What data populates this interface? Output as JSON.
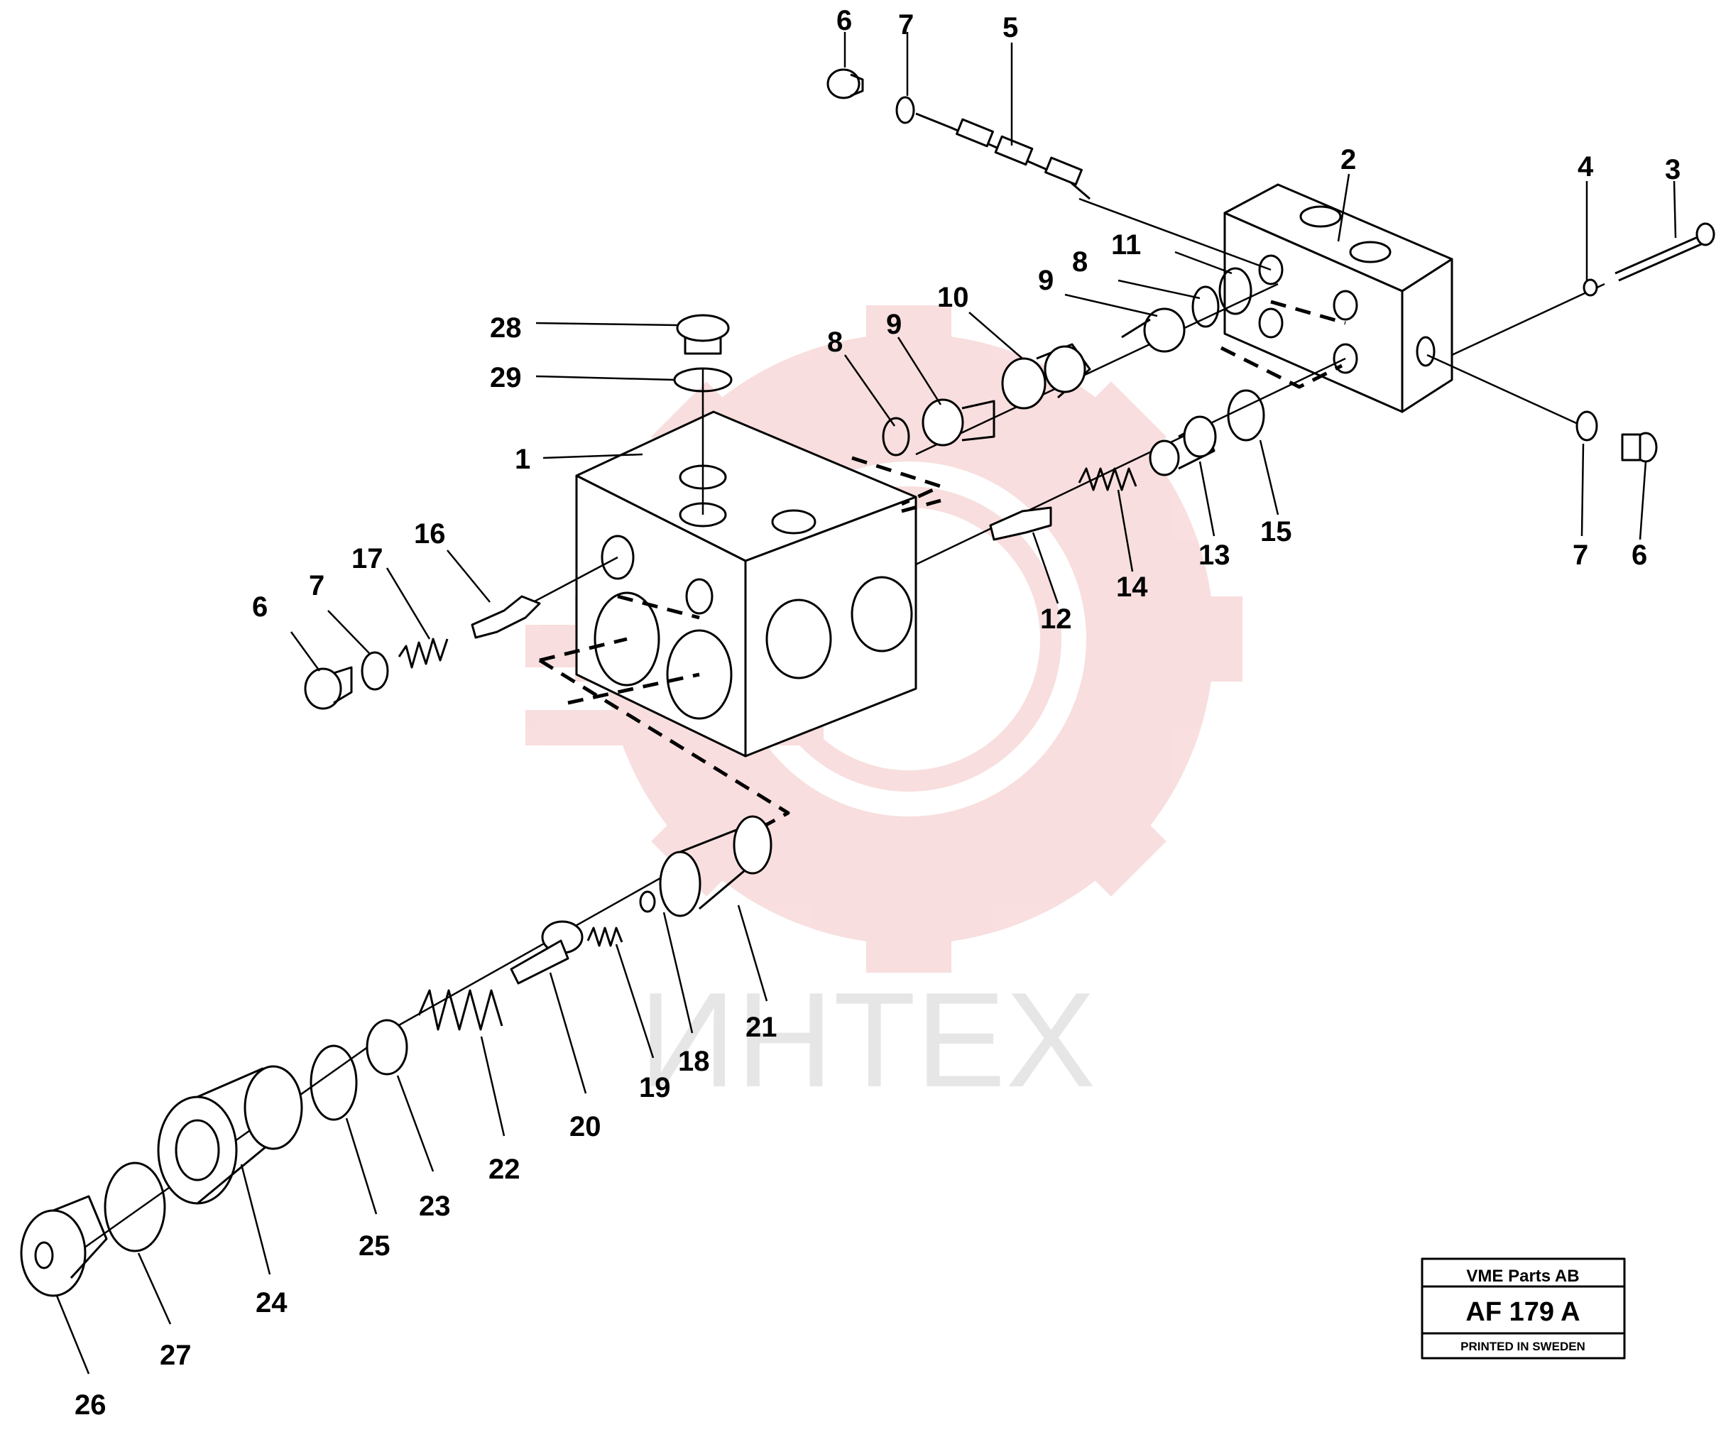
{
  "callouts": [
    {
      "n": "1"
    },
    {
      "n": "2"
    },
    {
      "n": "3"
    },
    {
      "n": "4"
    },
    {
      "n": "5"
    },
    {
      "n": "6"
    },
    {
      "n": "6"
    },
    {
      "n": "6"
    },
    {
      "n": "7"
    },
    {
      "n": "7"
    },
    {
      "n": "7"
    },
    {
      "n": "8"
    },
    {
      "n": "8"
    },
    {
      "n": "9"
    },
    {
      "n": "9"
    },
    {
      "n": "10"
    },
    {
      "n": "11"
    },
    {
      "n": "12"
    },
    {
      "n": "13"
    },
    {
      "n": "14"
    },
    {
      "n": "15"
    },
    {
      "n": "16"
    },
    {
      "n": "17"
    },
    {
      "n": "18"
    },
    {
      "n": "19"
    },
    {
      "n": "20"
    },
    {
      "n": "21"
    },
    {
      "n": "22"
    },
    {
      "n": "23"
    },
    {
      "n": "24"
    },
    {
      "n": "25"
    },
    {
      "n": "26"
    },
    {
      "n": "27"
    },
    {
      "n": "28"
    },
    {
      "n": "29"
    }
  ],
  "watermark": {
    "text": "ИНТЕХ",
    "color": "#f2b8b8"
  },
  "title_block": {
    "company": "VME Parts AB",
    "drawing_no": "AF 179 A",
    "footer": "PRINTED IN SWEDEN"
  },
  "colors": {
    "ink": "#000000",
    "watermark_gear": "#f4c4c4"
  }
}
